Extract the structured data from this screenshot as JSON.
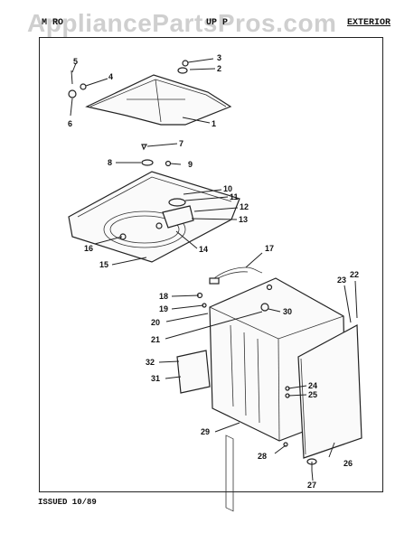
{
  "watermark": "AppliancePartsPros.com",
  "header": {
    "left": "M RO",
    "center": "UP P",
    "right": "EXTERIOR"
  },
  "footer": {
    "issued": "ISSUED 10/89"
  },
  "callouts": [
    "1",
    "2",
    "3",
    "4",
    "5",
    "6",
    "7",
    "8",
    "9",
    "10",
    "11",
    "12",
    "13",
    "14",
    "15",
    "16",
    "17",
    "18",
    "19",
    "20",
    "21",
    "22",
    "23",
    "24",
    "25",
    "26",
    "27",
    "28",
    "29",
    "30",
    "31",
    "32"
  ]
}
